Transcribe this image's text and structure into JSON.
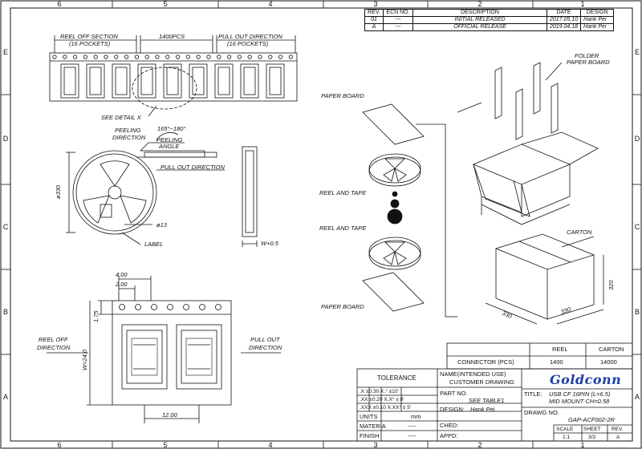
{
  "zones": {
    "columns": [
      "6",
      "5",
      "4",
      "3",
      "2",
      "1"
    ],
    "rows": [
      "E",
      "D",
      "C",
      "B",
      "A"
    ]
  },
  "revision_table": {
    "headers": [
      "REV.",
      "ECN NO.",
      "DESCRIPTION",
      "DATE",
      "DESIGN"
    ],
    "rows": [
      [
        "01",
        "---",
        "INITIAL RELEASED",
        "2017.05.10",
        "Hank Pei"
      ],
      [
        "A",
        "---",
        "OFFICIAL RELEASE",
        "2019.04.18",
        "Hank Pei"
      ]
    ]
  },
  "tape": {
    "reel_off_section": "REEL OFF SECTION",
    "reel_off_pockets": "(16 POCKETS)",
    "quantity": "1400PCS",
    "pull_out_direction": "PULL OUT DIRECTION",
    "pull_out_pockets": "(16 POCKETS)",
    "see_detail": "SEE DETAIL X"
  },
  "reel": {
    "peeling_direction_1": "PEELING",
    "peeling_direction_2": "DIRECTION",
    "peeling_angle_1": "PEELING",
    "peeling_angle_2": "ANGLE",
    "angle_range": "165°~180°",
    "pull_out_direction": "PULL OUT DIRECTION",
    "diameter": "ø330",
    "hub": "ø13",
    "label": "LABEL",
    "width": "W+0.5"
  },
  "detail": {
    "dim_4": "4.00",
    "dim_2": "2.00",
    "dim_175": "1.75",
    "width": "W=24.0",
    "pitch": "12.00",
    "reel_off_1": "REEL OFF",
    "reel_off_2": "DIRECTION",
    "pull_out_1": "PULL OUT",
    "pull_out_2": "DIRECTION"
  },
  "packing": {
    "paper_board_top": "PAPER BOARD",
    "reel_and_tape_1": "REEL AND TAPE",
    "reel_and_tape_2": "REEL AND TAPE",
    "paper_board_bottom": "PAPER BOARD",
    "folder_1": "FOLDER",
    "folder_2": "PAPER BOARD",
    "carton": "CARTON",
    "carton_dims": [
      "330",
      "330",
      "320"
    ]
  },
  "quantity_table": {
    "headers": [
      "REEL",
      "CARTON"
    ],
    "row_label": "CONNECTOR (PCS)",
    "values": [
      "1400",
      "14000"
    ]
  },
  "title_block": {
    "tolerance_header": "TOLERANCE",
    "tolerances": [
      [
        ".X",
        "±0.30",
        "X.°",
        "±10'"
      ],
      [
        ".XX",
        "±0.20",
        "X.X°",
        "± 8'"
      ],
      [
        ".XXX",
        "±0.10",
        "X.XX°",
        "± 5'"
      ]
    ],
    "units_label": "UNITS",
    "units_value": "mm",
    "materia_label": "MATERIA",
    "materia_value": "----",
    "finish_label": "FINISH",
    "finish_value": "----",
    "name_label": "NAME(INTENDED USE)",
    "name_value": "CUSTOMER DRAWING",
    "part_no_label": "PART NO.",
    "part_no_value": "SEE TABLE1",
    "design_label": "DESIGN:",
    "design_value": "Hank Pei",
    "ched_label": "CHED:",
    "appd_label": "APPD:",
    "company": "Goldconn",
    "title_label": "TITLE:",
    "title_line1": "USB CF 16PIN (L=6.5)",
    "title_line2": "MID MOUNT CH=0.58",
    "drawing_no_label": "DRAWG NO.",
    "drawing_no": "GAP-ACF002-2R",
    "scale_label": "SCALE",
    "scale": "1:1",
    "sheet_label": "SHEET",
    "sheet": "3/3",
    "rev_label": "REV.",
    "rev": "A"
  }
}
